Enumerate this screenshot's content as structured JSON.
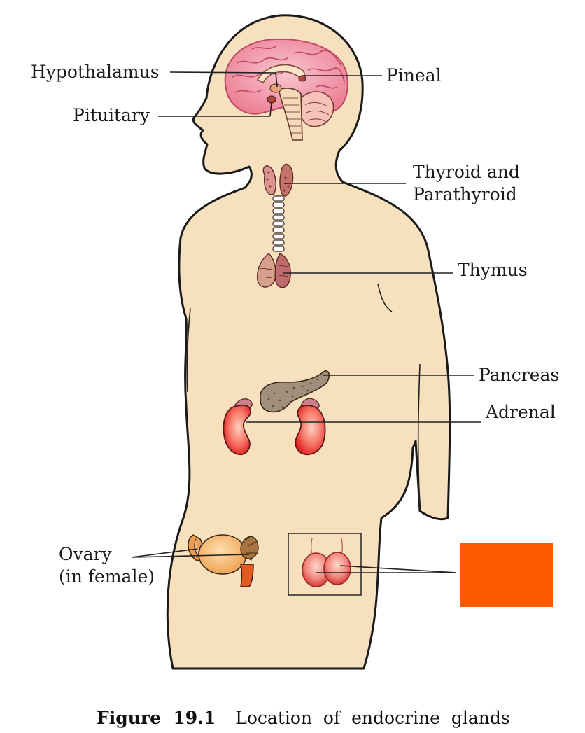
{
  "labels": {
    "hypothalamus": "Hypothalamus",
    "pineal": "Pineal",
    "pituitary": "Pituitary",
    "thyroid_line1": "Thyroid and",
    "thyroid_line2": "Parathyroid",
    "thymus": "Thymus",
    "pancreas": "Pancreas",
    "adrenal": "Adrenal",
    "ovary_line1": "Ovary",
    "ovary_line2": "(in female)"
  },
  "caption": {
    "figure_number": "Figure  19.1",
    "text": "Location  of  endocrine  glands"
  },
  "colors": {
    "body_fill": "#f6e0be",
    "outline": "#1a1a1a",
    "brain": "#f2a0ae",
    "brain_dark": "#d45a72",
    "gland": "#d9968e",
    "pancreas": "#a08e7a",
    "kidney": "#ee3a3a",
    "kidney_light": "#ffb0a0",
    "ovary": "#f3b874",
    "ovary_tube": "#e25a22",
    "mask_box": "#ff5a00"
  }
}
